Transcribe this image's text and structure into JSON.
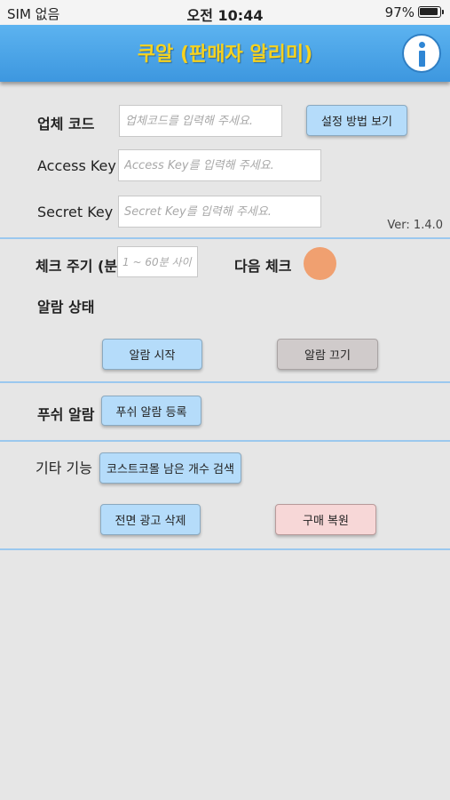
{
  "status_bar": {
    "carrier": "SIM 없음",
    "time": "오전 10:44",
    "battery": "97%"
  },
  "header": {
    "title": "쿠알 (판매자 알리미)",
    "info_icon": "info-icon"
  },
  "settings": {
    "company_code_label": "업체 코드",
    "company_code_placeholder": "업체코드를 입력해 주세요.",
    "setup_guide_button": "설정 방법 보기",
    "access_key_label": "Access Key",
    "access_key_placeholder": "Access Key를 입력해 주세요.",
    "secret_key_label": "Secret Key",
    "secret_key_placeholder": "Secret Key를 입력해 주세요.",
    "version": "Ver: 1.4.0"
  },
  "alarm": {
    "check_interval_label": "체크 주기 (분)",
    "check_interval_placeholder": "1 ~ 60분 사이",
    "next_check_label": "다음 체크",
    "next_check_color": "#f0a070",
    "status_label": "알람 상태",
    "start_button": "알람 시작",
    "stop_button": "알람 끄기"
  },
  "push": {
    "label": "푸쉬 알람",
    "register_button": "푸쉬 알람 등록"
  },
  "extra": {
    "label": "기타 기능",
    "costco_search_button": "코스트코몰 남은 개수 검색",
    "remove_ads_button": "전면 광고 삭제",
    "restore_purchase_button": "구매 복원"
  },
  "colors": {
    "header_blue": "#3d97df",
    "title_yellow": "#f7d21e",
    "button_blue": "#b5dcfa",
    "button_gray": "#d0cbcb",
    "button_pink": "#f7d7d7",
    "divider": "#9bc8ee"
  }
}
